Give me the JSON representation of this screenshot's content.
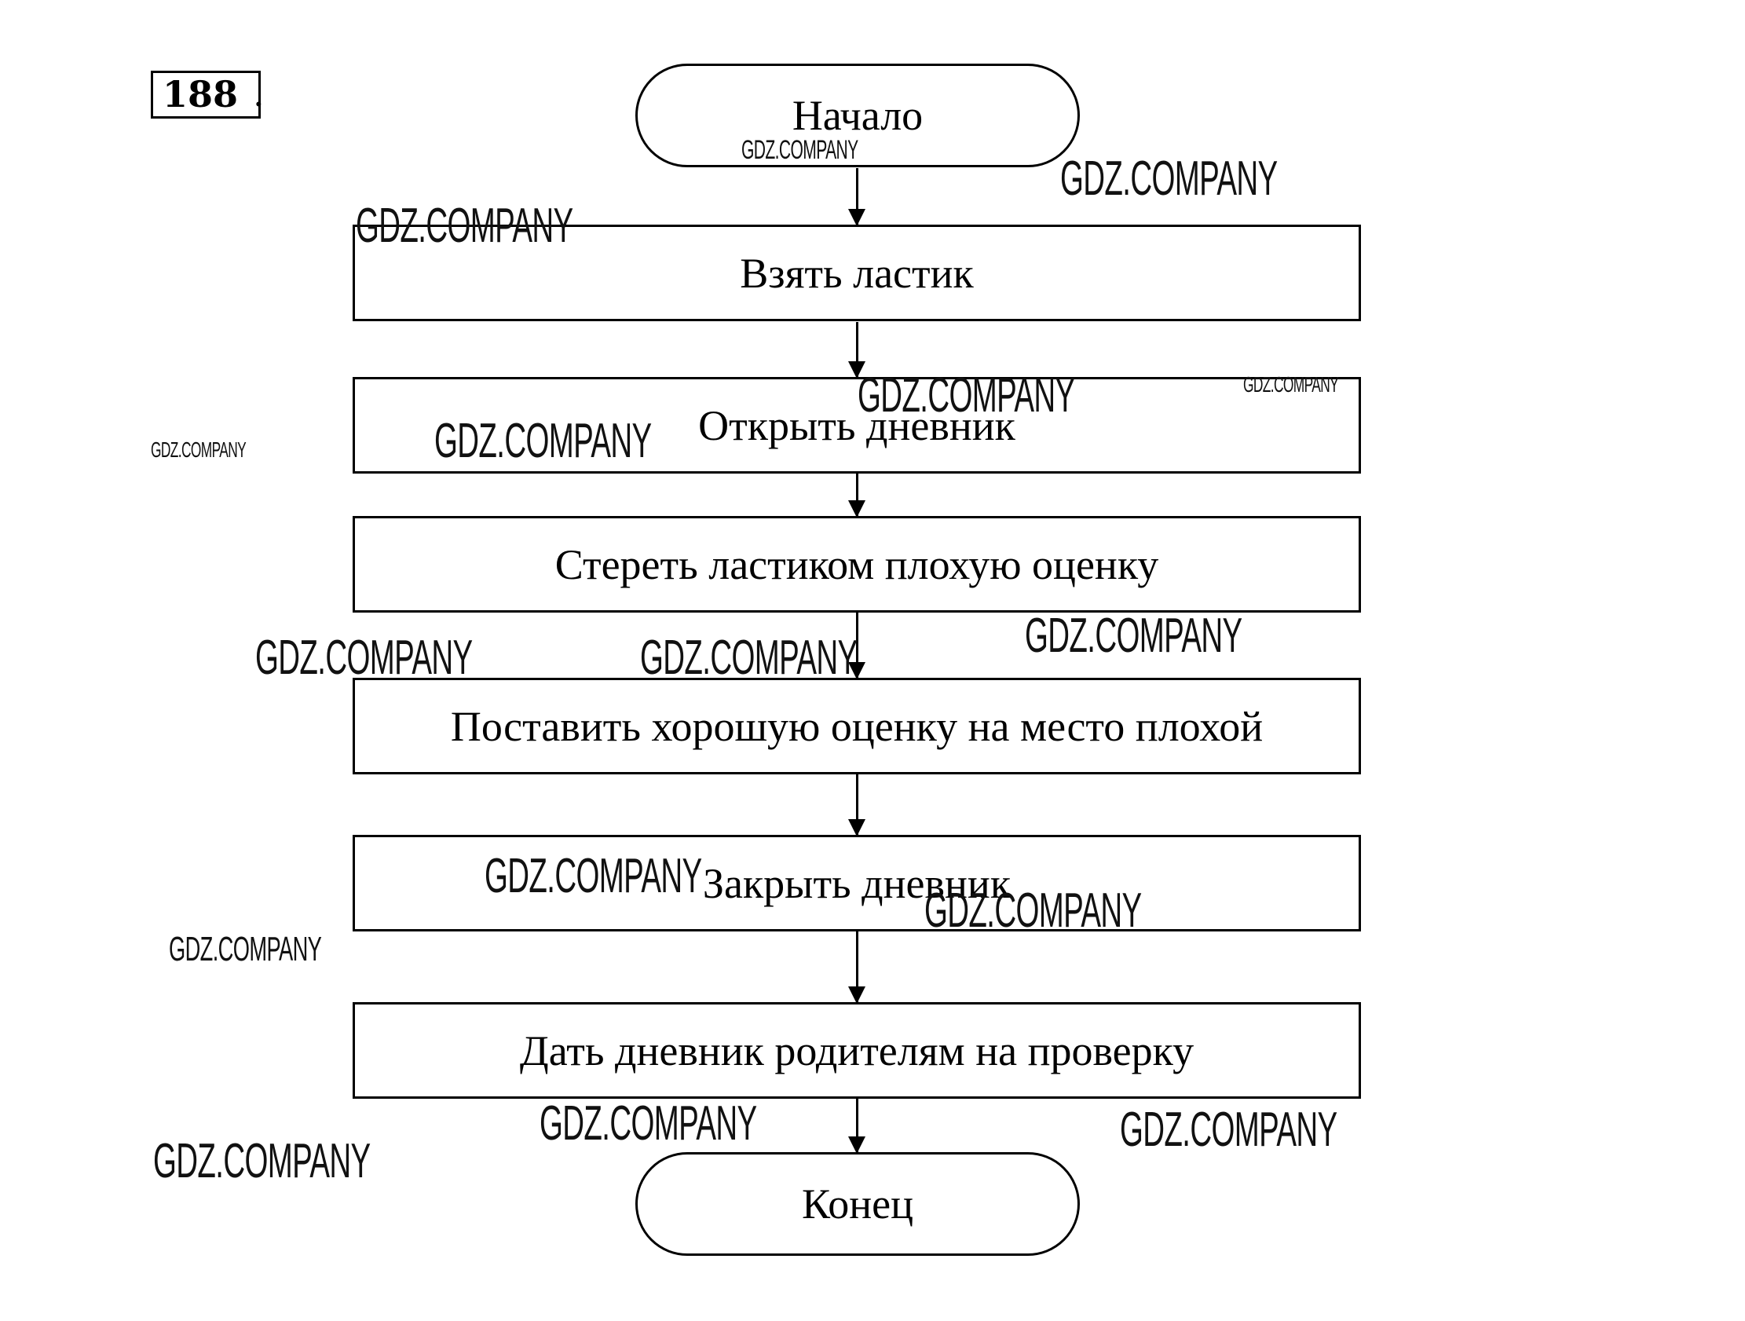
{
  "problem_number": "188",
  "problem_number_dot": ".",
  "flowchart": {
    "start": "Начало",
    "steps": [
      "Взять ластик",
      "Открыть дневник",
      "Стереть ластиком плохую оценку",
      "Поставить хорошую оценку на место плохой",
      "Закрыть дневник",
      "Дать дневник родителям на проверку"
    ],
    "end": "Конец"
  },
  "watermark": "GDZ.COMPANY"
}
